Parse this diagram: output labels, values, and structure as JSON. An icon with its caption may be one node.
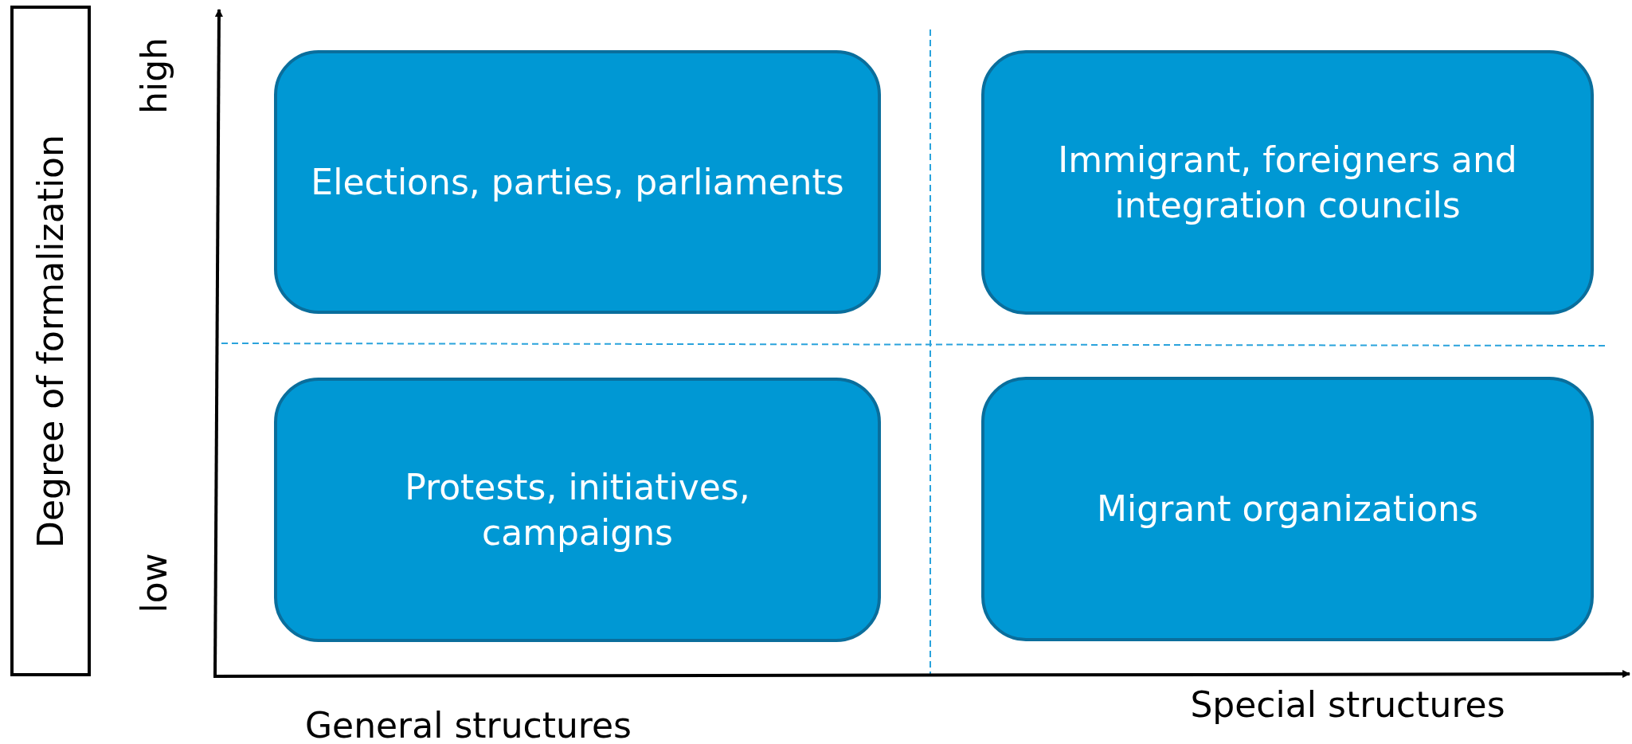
{
  "diagram": {
    "nodes": [
      {
        "text": [
          "Degree of formalization"
        ]
      },
      {
        "text": [
          "Elections, parties, parliaments"
        ]
      },
      {
        "text": [
          "Immigrant, foreigners and integration councils"
        ]
      },
      {
        "text": [
          "Protests, initiatives, campaigns"
        ]
      },
      {
        "text": [
          "Migrant organizations"
        ]
      }
    ],
    "labels": [
      "high",
      "low",
      "General structures",
      "Special structures"
    ]
  }
}
